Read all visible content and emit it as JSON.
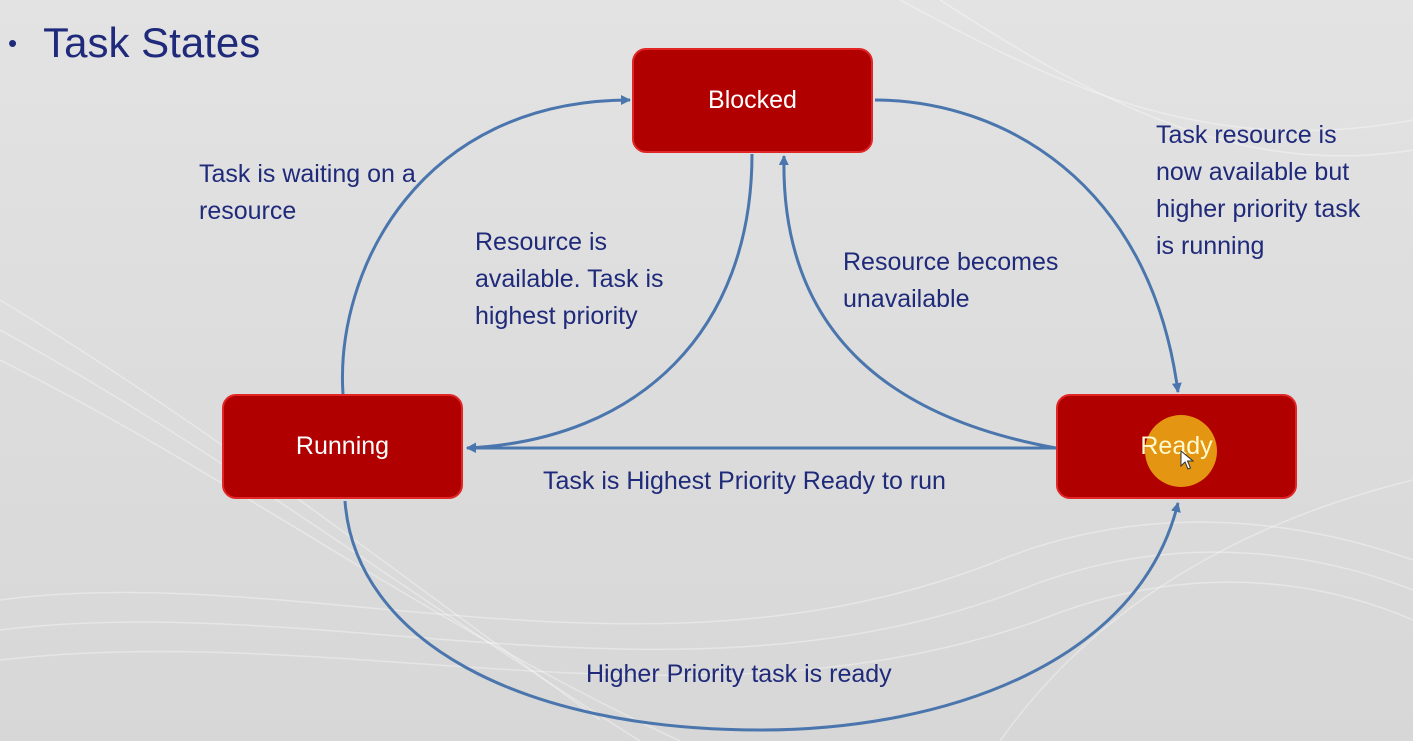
{
  "slide": {
    "bullet": "•",
    "title": "Task States"
  },
  "states": {
    "blocked": "Blocked",
    "running": "Running",
    "ready": "Ready"
  },
  "transitions": {
    "running_to_blocked": [
      "Task is waiting on a",
      "resource"
    ],
    "blocked_to_running": [
      "Resource is",
      "available. Task is",
      "highest priority"
    ],
    "ready_to_blocked": [
      "Resource becomes",
      "unavailable"
    ],
    "blocked_to_ready": [
      "Task resource is",
      "now available but",
      "higher priority task",
      "is running"
    ],
    "ready_to_running": "Task is Highest Priority Ready to run",
    "running_to_ready": "Higher Priority task is ready"
  },
  "colors": {
    "state_fill": "#b00000",
    "state_border": "#e12626",
    "text": "#1f2a7a",
    "arrow": "#4a76ad",
    "cursor_highlight": "#ebaa14"
  }
}
